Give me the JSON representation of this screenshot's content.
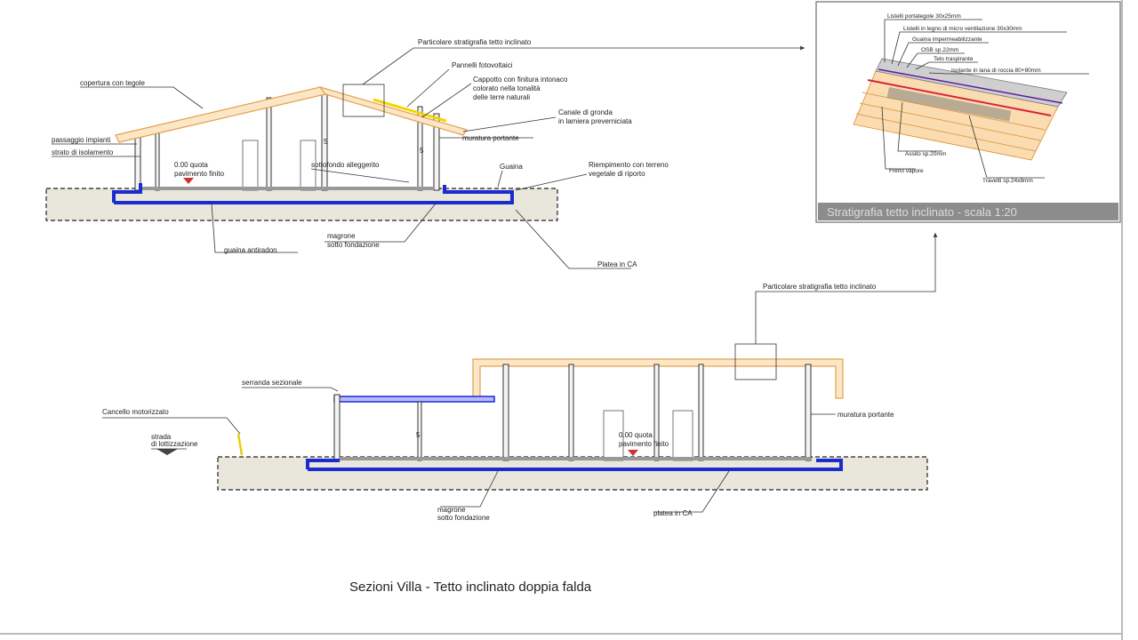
{
  "title": "Sezioni Villa - Tetto inclinato doppia falda",
  "detail_box": {
    "caption": "Stratigrafia tetto inclinato - scala 1:20",
    "layers": [
      "Listelli portategole 30x25mm",
      "Listelli in legno di micro ventilazione 30x30mm",
      "Guaina impermeabilizzante",
      "OSB sp.22mm",
      "Telo traspirante",
      "Isolante in lana di roccia 80+80mm",
      "Assito sp.20mm",
      "Freno vapore",
      "Travetti sp.24x8mm"
    ]
  },
  "section_top": {
    "labels": {
      "detail_ref": "Particolare stratigrafia tetto inclinato",
      "pannelli": "Pannelli fotovoltaici",
      "copertura": "copertura con tegole",
      "cappotto_1": "Cappotto con finitura intonaco",
      "cappotto_2": "colorato nella tonalità",
      "cappotto_3": "delle terre naturali",
      "canale_1": "Canale di gronda",
      "canale_2": "in lamiera preverniciata",
      "passaggio": "passaggio impianti",
      "muratura": "muratura portante",
      "strato": "strato di isolamento",
      "quota_1": "0.00 quota",
      "quota_2": "pavimento finito",
      "sottofondo": "sottofondo alleggerito",
      "guaina": "Guaina",
      "riempimento_1": "Riempimento con terreno",
      "riempimento_2": "vegetale di riporto",
      "magrone_1": "magrone",
      "magrone_2": "sotto fondazione",
      "antiradon": "guaina antiradon",
      "platea": "Platea in CA"
    }
  },
  "section_bottom": {
    "labels": {
      "detail_ref": "Particolare stratigrafia tetto inclinato",
      "serranda": "serranda sezionale",
      "cancello": "Cancello motorizzato",
      "strada_1": "strada",
      "strada_2": "di lottizzazione",
      "quota_1": "0.00 quota",
      "quota_2": "pavimento finito",
      "muratura": "muratura portante",
      "magrone_1": "magrone",
      "magrone_2": "sotto fondazione",
      "platea": "platea in CA"
    }
  }
}
